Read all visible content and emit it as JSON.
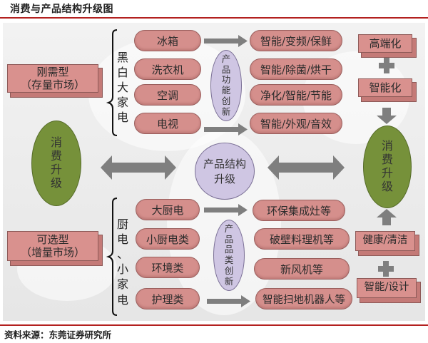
{
  "title": "消费与产品结构升级图",
  "source": "资料来源：东莞证券研究所",
  "colors": {
    "pill_fill": "#d58f8c",
    "box_fill": "#d9918e",
    "green_ellipse": "#76913a",
    "lavender_ellipse": "#cfc6e3",
    "arrow_gray": "#7f7f7f",
    "rule_red": "#b3201f"
  },
  "left": {
    "market_top": {
      "line1": "刚需型",
      "line2": "（存量市场）"
    },
    "consumption_upgrade": [
      "消",
      "费",
      "升",
      "级"
    ],
    "market_bottom": {
      "line1": "可选型",
      "line2": "（增量市场）"
    }
  },
  "top_group": {
    "label": [
      "黑",
      "白",
      "大",
      "家",
      "电"
    ],
    "products": [
      "冰箱",
      "洗衣机",
      "空调",
      "电视"
    ],
    "innovation": [
      "产",
      "品",
      "功",
      "能",
      "创",
      "新"
    ],
    "features": [
      "智能/变频/保鲜",
      "智能/除菌/烘干",
      "净化/智能/节能",
      "智能/外观/音效"
    ]
  },
  "bottom_group": {
    "label": [
      "厨",
      "电",
      "、",
      "小",
      "家",
      "电"
    ],
    "products": [
      "大厨电",
      "小厨电类",
      "环境类",
      "护理类"
    ],
    "innovation": [
      "产",
      "品",
      "品",
      "类",
      "创",
      "新"
    ],
    "features": [
      "环保集成灶等",
      "破壁料理机等",
      "新风机等",
      "智能扫地机器人等"
    ]
  },
  "center": {
    "line1": "产品结构",
    "line2": "升级"
  },
  "right": {
    "top_boxes": [
      "高端化",
      "智能化"
    ],
    "consumption_upgrade": [
      "消",
      "费",
      "升",
      "级"
    ],
    "bottom_boxes": [
      "健康/清洁",
      "智能/设计"
    ]
  },
  "icons": {
    "plus": "plus-icon",
    "arrow": "arrow-icon",
    "double_arrow": "double-arrow-icon",
    "brace": "curly-brace-icon"
  }
}
